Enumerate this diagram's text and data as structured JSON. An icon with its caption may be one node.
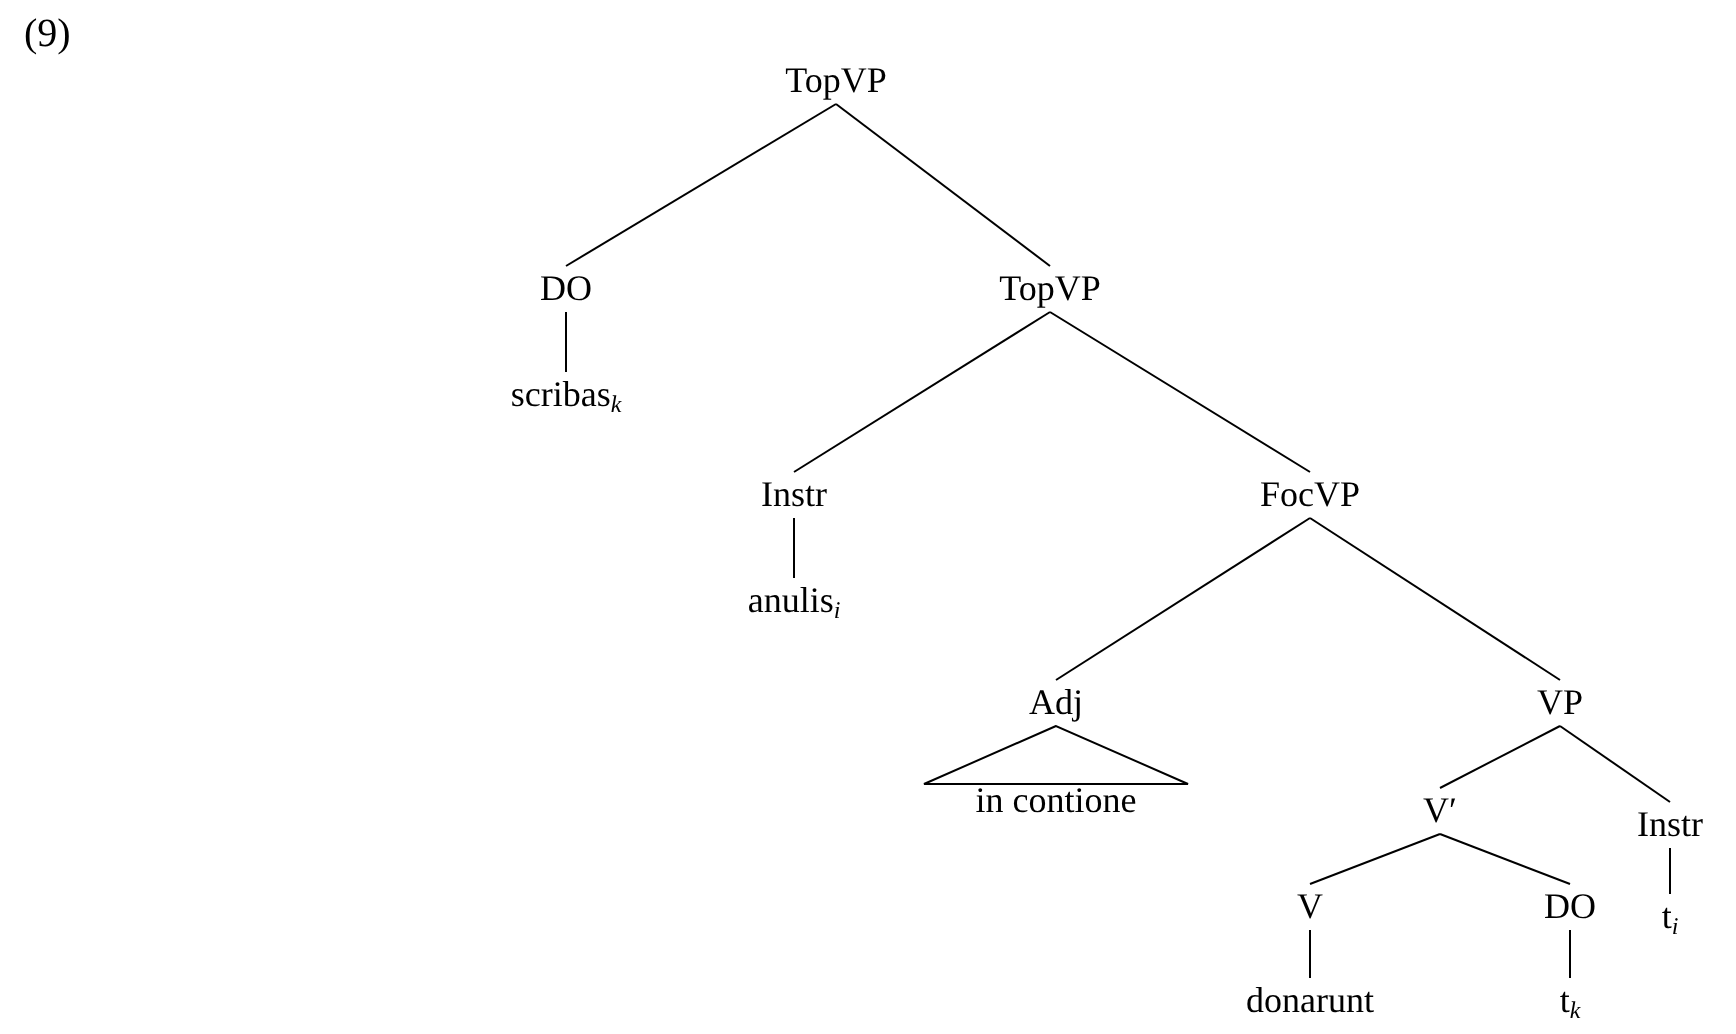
{
  "diagram": {
    "nodes": [
      {
        "text": [
          "TopVP"
        ]
      },
      {
        "text": [
          "DO"
        ]
      },
      {
        "text": [
          "scribas$_{k}$"
        ]
      },
      {
        "text": [
          "TopVP"
        ]
      },
      {
        "text": [
          "Instr"
        ]
      },
      {
        "text": [
          "anulis$_{i}$"
        ]
      },
      {
        "text": [
          "FocVP"
        ]
      },
      {
        "text": [
          "Adj"
        ]
      },
      {
        "text": [
          "in contione"
        ]
      },
      {
        "text": [
          "VP"
        ]
      },
      {
        "text": [
          "V′"
        ]
      },
      {
        "text": [
          "Instr"
        ]
      },
      {
        "text": [
          "t$_{i}$"
        ]
      },
      {
        "text": [
          "V"
        ]
      },
      {
        "text": [
          "DO"
        ]
      },
      {
        "text": [
          "donarunt"
        ]
      },
      {
        "text": [
          "t$_{k}$"
        ]
      }
    ],
    "edges": [
      {
        "from": 0,
        "to": 1,
        "arrow": "none"
      },
      {
        "from": 0,
        "to": 3,
        "arrow": "none"
      },
      {
        "from": 1,
        "to": 2,
        "arrow": "none"
      },
      {
        "from": 3,
        "to": 4,
        "arrow": "none"
      },
      {
        "from": 3,
        "to": 6,
        "arrow": "none"
      },
      {
        "from": 4,
        "to": 5,
        "arrow": "none"
      },
      {
        "from": 6,
        "to": 7,
        "arrow": "none"
      },
      {
        "from": 6,
        "to": 9,
        "arrow": "none"
      },
      {
        "from": 7,
        "to": 8,
        "arrow": "none"
      },
      {
        "from": 9,
        "to": 10,
        "arrow": "none"
      },
      {
        "from": 9,
        "to": 11,
        "arrow": "none"
      },
      {
        "from": 11,
        "to": 12,
        "arrow": "none"
      },
      {
        "from": 10,
        "to": 13,
        "arrow": "none"
      },
      {
        "from": 10,
        "to": 14,
        "arrow": "none"
      },
      {
        "from": 13,
        "to": 15,
        "arrow": "none"
      },
      {
        "from": 14,
        "to": 16,
        "arrow": "none"
      }
    ],
    "labels": [
      "(9)"
    ]
  }
}
